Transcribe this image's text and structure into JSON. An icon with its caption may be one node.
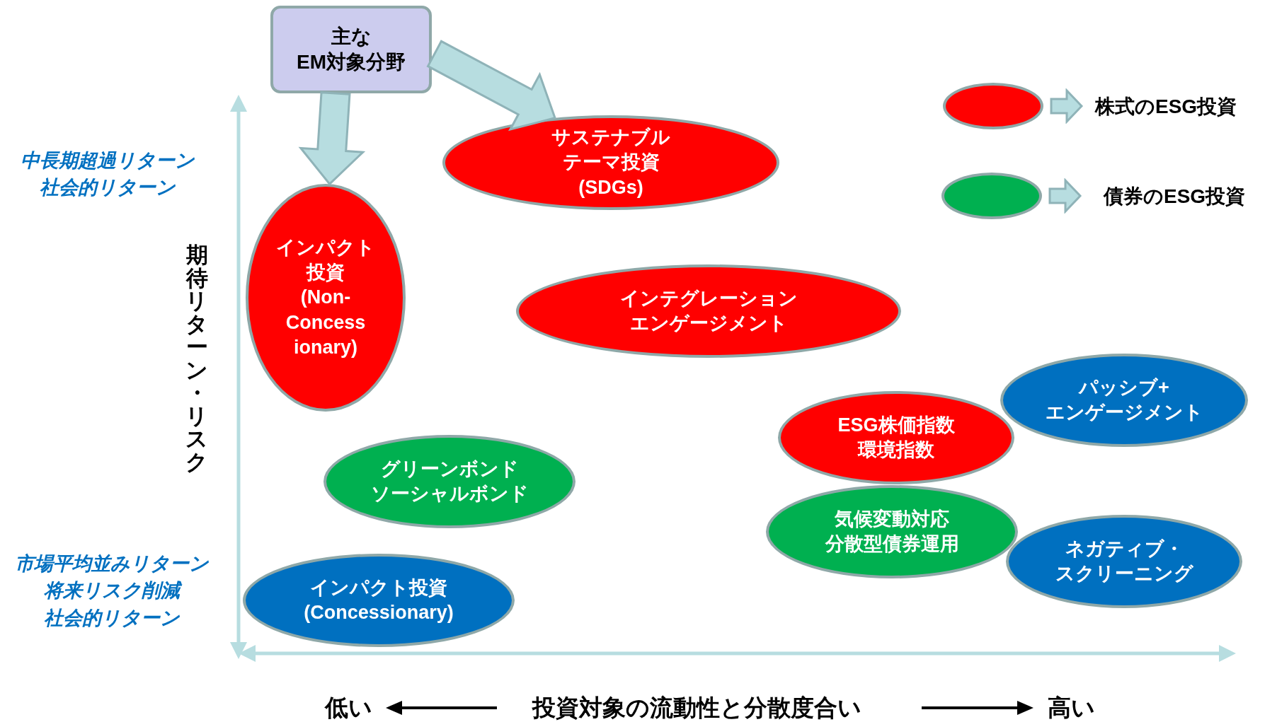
{
  "diagram": {
    "nodes": [
      {
        "text": [
          "主なEM対象分野"
        ]
      },
      {
        "text": [
          "サステナブルテーマ投資(SDGs)"
        ]
      },
      {
        "text": [
          "インパクト投資(Non-Concessionary)"
        ]
      },
      {
        "text": [
          "インテグレーションエンゲージメント"
        ]
      },
      {
        "text": [
          "パッシブ+エンゲージメント"
        ]
      },
      {
        "text": [
          "ESG株価指数環境指数"
        ]
      },
      {
        "text": [
          "グリーンボンドソーシャルボンド"
        ]
      },
      {
        "text": [
          "気候変動対応分散型債券運用"
        ]
      },
      {
        "text": [
          "ネガティブ・スクリーニング"
        ]
      },
      {
        "text": [
          "インパクト投資(Concessionary)"
        ]
      }
    ],
    "edges": [
      {
        "from": 0,
        "to": 1,
        "arrow": "to"
      },
      {
        "from": 0,
        "to": 2,
        "arrow": "to"
      }
    ],
    "labels": [
      "中長期超過リターン社会的リターン",
      "期待リターン・リスク",
      "市場平均並みリターン将来リスク削減社会的リターン",
      "低い",
      "投資対象の流動性と分散度合い",
      "高い"
    ],
    "legend": [
      {
        "text": "株式のESG投資",
        "color": "#ff0000"
      },
      {
        "text": "債券のESG投資",
        "color": "#00b050"
      }
    ]
  }
}
